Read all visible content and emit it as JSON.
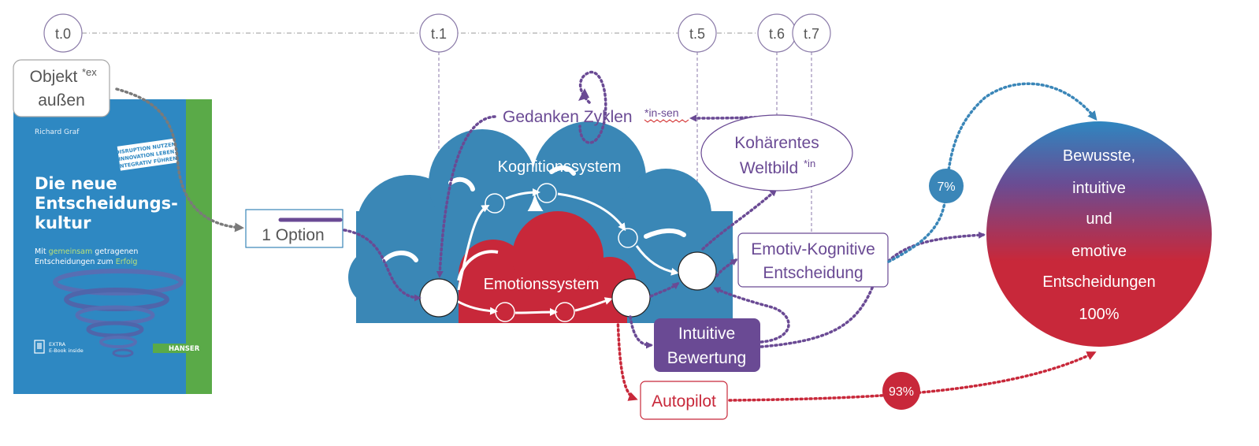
{
  "timeline": {
    "markers": [
      {
        "id": "t0",
        "label": "t.0"
      },
      {
        "id": "t1",
        "label": "t.1"
      },
      {
        "id": "t5",
        "label": "t.5"
      },
      {
        "id": "t6",
        "label": "t.6"
      },
      {
        "id": "t7",
        "label": "t.7"
      }
    ]
  },
  "object_box": {
    "text": "Objekt",
    "sup": "*ex",
    "text2": "außen"
  },
  "book": {
    "author": "Richard Graf",
    "badge": [
      "DISRUPTION NUTZEN.",
      "INNOVATION LEBEN.",
      "INTEGRATIV FÜHREN."
    ],
    "title": [
      "Die neue",
      "Entscheidungs-",
      "kultur"
    ],
    "subtitle_pre": "Mit ",
    "subtitle_hl1": "gemeinsam",
    "subtitle_mid": " getragenen",
    "subtitle_line2_pre": "Entscheidungen zum ",
    "subtitle_hl2": "Erfolg",
    "extra": [
      "EXTRA",
      "E-Book inside"
    ],
    "publisher": "HANSER"
  },
  "option_box": {
    "text": "1 Option"
  },
  "cloud": {
    "cognition_label": "Kognitionssystem",
    "emotion_label": "Emotionssystem"
  },
  "thought_cycles": {
    "text": "Gedanken Zyklen",
    "sup": "*in-sen"
  },
  "worldview": {
    "line1": "Kohärentes",
    "line2": "Weltbild",
    "sup": "*in"
  },
  "decision_box": {
    "line1": "Emotiv-Kognitive",
    "line2": "Entscheidung"
  },
  "intuitive_box": {
    "line1": "Intuitive",
    "line2": "Bewertung"
  },
  "autopilot_box": {
    "text": "Autopilot"
  },
  "percent_blue": "7%",
  "percent_red": "93%",
  "result_circle": {
    "lines": [
      "Bewusste,",
      "intuitive",
      "und",
      "emotive",
      "Entscheidungen",
      "100%"
    ]
  },
  "colors": {
    "purple": "#6a4a94",
    "blue": "#3a86b8",
    "cloud_blue": "#3a87b6",
    "red": "#c8283a",
    "green": "#5aaa48",
    "gray": "#888888"
  }
}
